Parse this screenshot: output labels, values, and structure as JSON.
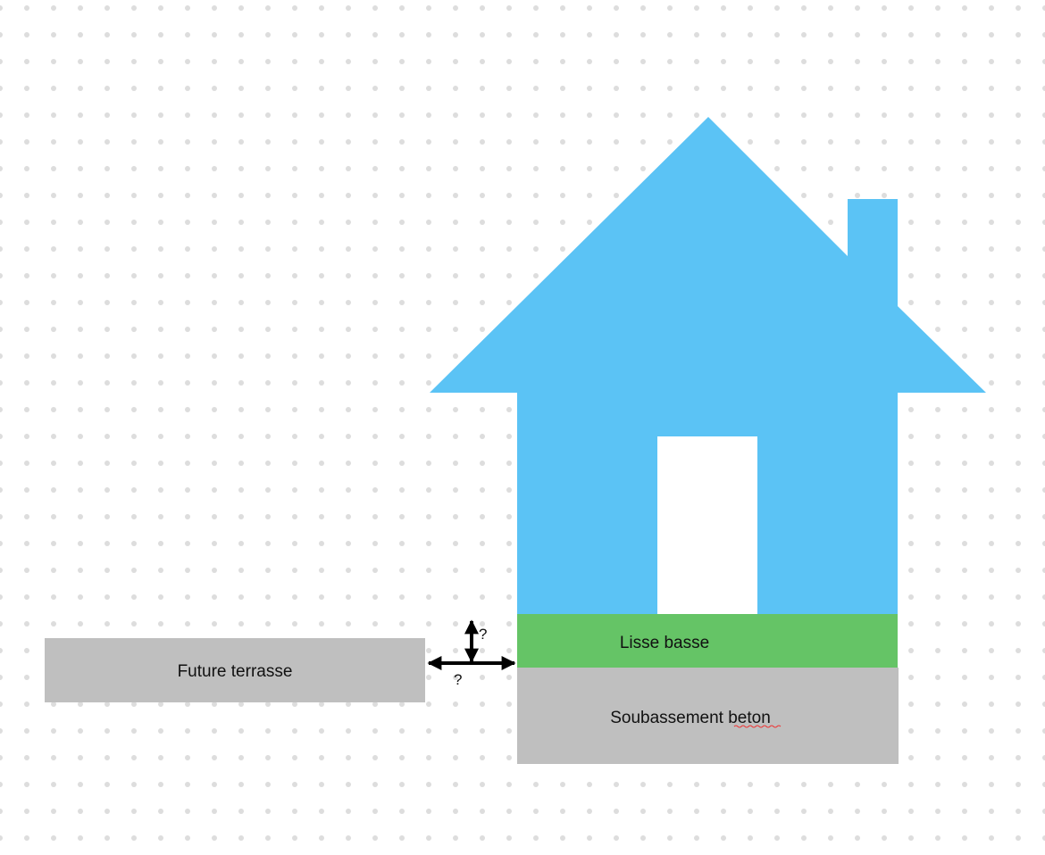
{
  "colors": {
    "house": "#5BC3F5",
    "sill": "#65C466",
    "concrete": "#BFBFBF",
    "dots": "#DDDDDD"
  },
  "labels": {
    "terrace": "Future terrasse",
    "sill": "Lisse basse",
    "foundation_prefix": "Soubassement ",
    "foundation_word": "beton",
    "vertical_gap": "?",
    "horizontal_gap": "?"
  }
}
